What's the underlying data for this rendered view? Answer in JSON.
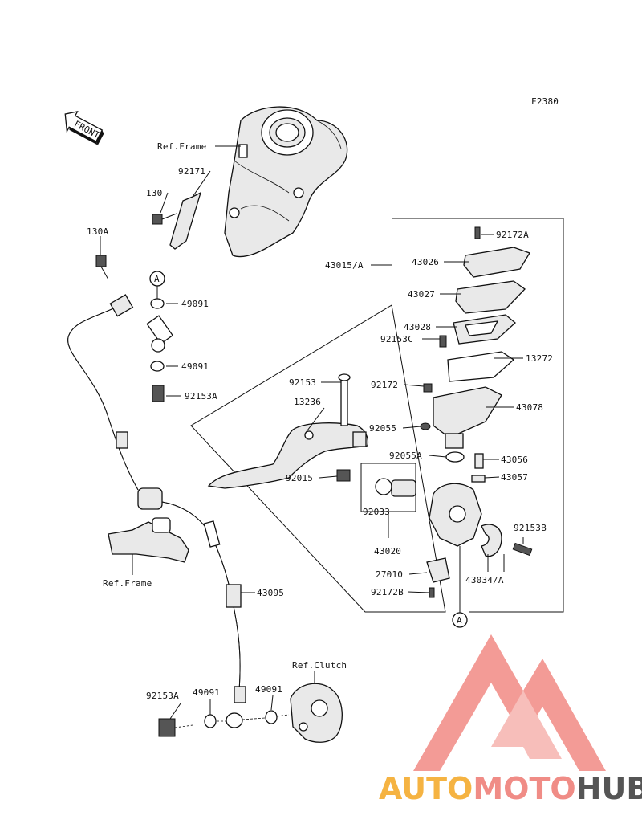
{
  "figure_code": "F2380",
  "front_badge": "FRONT",
  "callouts": {
    "a_top": "A",
    "a_bottom": "A"
  },
  "labels": {
    "ref_frame_top": "Ref.Frame",
    "ref_frame_bottom": "Ref.Frame",
    "ref_clutch": "Ref.Clutch",
    "p92171": "92171",
    "p130": "130",
    "p130a": "130A",
    "p49091_a": "49091",
    "p49091_b": "49091",
    "p92153a_a": "92153A",
    "p43015a": "43015/A",
    "p92172a": "92172A",
    "p43026": "43026",
    "p43027": "43027",
    "p43028": "43028",
    "p92153c": "92153C",
    "p13272": "13272",
    "p92153": "92153",
    "p13236": "13236",
    "p92172": "92172",
    "p43078": "43078",
    "p92055": "92055",
    "p92055a": "92055A",
    "p43056": "43056",
    "p43057": "43057",
    "p92015": "92015",
    "p92033": "92033",
    "p43020": "43020",
    "p92153b": "92153B",
    "p27010": "27010",
    "p43034a": "43034/A",
    "p92172b": "92172B",
    "p43095": "43095",
    "p92153a_b": "92153A",
    "p49091_c": "49091",
    "p49091_d": "49091"
  },
  "watermark": {
    "part1": "AUTO",
    "part2": "MOTO",
    "part3": "HUB",
    "color1": "#f5b342",
    "color2": "#f08c86",
    "color3": "#555555",
    "logo_color": "#f28a84"
  }
}
